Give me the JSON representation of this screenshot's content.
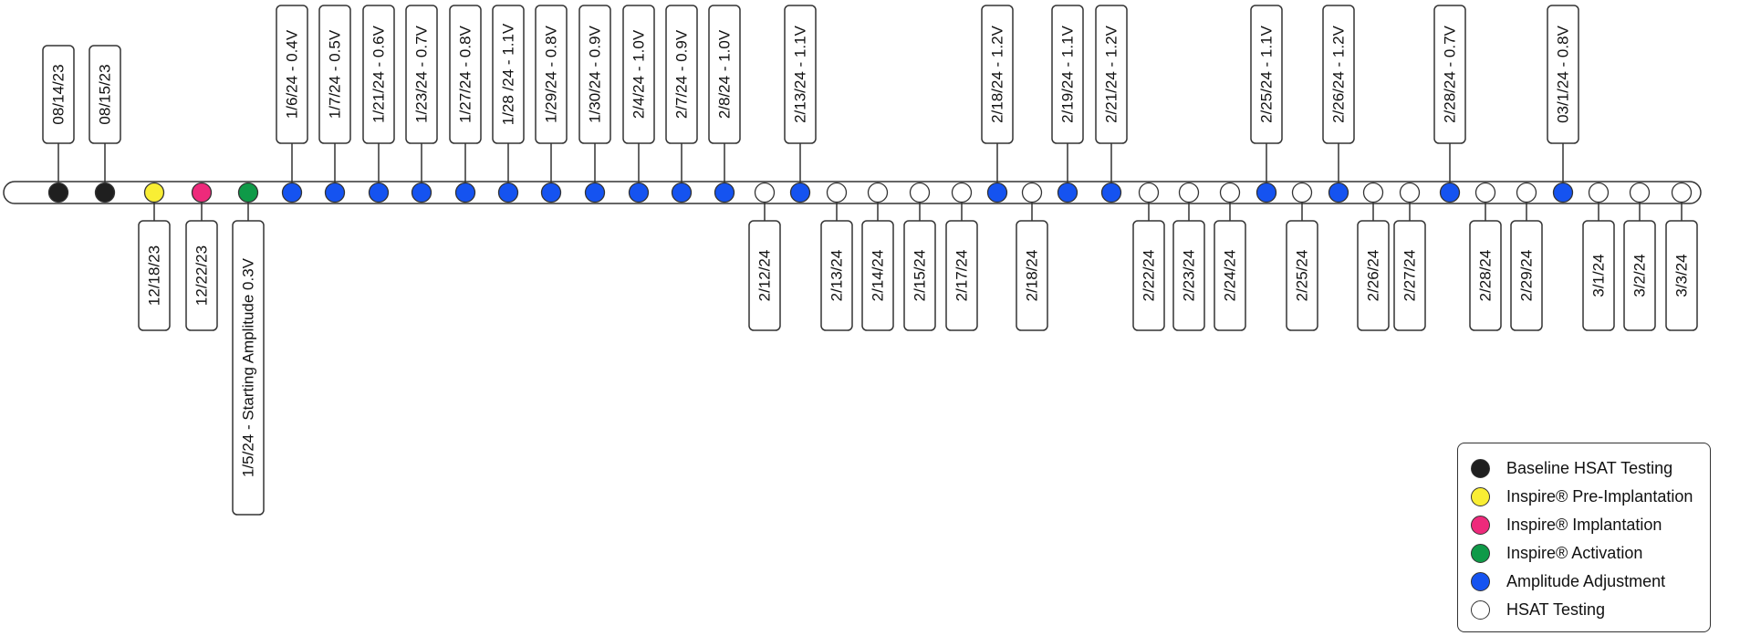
{
  "colors": {
    "baseline": "#1f1f1f",
    "pre_implantation": "#f9ee34",
    "implantation": "#ee2a7b",
    "activation": "#0f9a48",
    "amplitude": "#1553f0",
    "hsat": "#ffffff"
  },
  "events": [
    {
      "date": "08/14/23",
      "type": "baseline",
      "side": "above"
    },
    {
      "date": "08/15/23",
      "type": "baseline",
      "side": "above"
    },
    {
      "date": "12/18/23",
      "type": "pre_implantation",
      "side": "below"
    },
    {
      "date": "12/22/23",
      "type": "implantation",
      "side": "below"
    },
    {
      "date": "1/5/24 - Starting Amplitude 0.3V",
      "type": "activation",
      "side": "below"
    },
    {
      "date": "1/6/24 - 0.4V",
      "type": "amplitude",
      "side": "above"
    },
    {
      "date": "1/7/24 - 0.5V",
      "type": "amplitude",
      "side": "above"
    },
    {
      "date": "1/21/24 - 0.6V",
      "type": "amplitude",
      "side": "above"
    },
    {
      "date": "1/23/24 - 0.7V",
      "type": "amplitude",
      "side": "above"
    },
    {
      "date": "1/27/24 - 0.8V",
      "type": "amplitude",
      "side": "above"
    },
    {
      "date": "1/28 /24 - 1.1V",
      "type": "amplitude",
      "side": "above"
    },
    {
      "date": "1/29/24 - 0.8V",
      "type": "amplitude",
      "side": "above"
    },
    {
      "date": "1/30/24 - 0.9V",
      "type": "amplitude",
      "side": "above"
    },
    {
      "date": "2/4/24 - 1.0V",
      "type": "amplitude",
      "side": "above"
    },
    {
      "date": "2/7/24 - 0.9V",
      "type": "amplitude",
      "side": "above"
    },
    {
      "date": "2/8/24 - 1.0V",
      "type": "amplitude",
      "side": "above"
    },
    {
      "date": "2/12/24",
      "type": "hsat",
      "side": "below"
    },
    {
      "date": "2/13/24 - 1.1V",
      "type": "amplitude",
      "side": "above"
    },
    {
      "date": "2/13/24",
      "type": "hsat",
      "side": "below"
    },
    {
      "date": "2/14/24",
      "type": "hsat",
      "side": "below"
    },
    {
      "date": "2/15/24",
      "type": "hsat",
      "side": "below"
    },
    {
      "date": "2/17/24",
      "type": "hsat",
      "side": "below"
    },
    {
      "date": "2/18/24 - 1.2V",
      "type": "amplitude",
      "side": "above"
    },
    {
      "date": "2/18/24",
      "type": "hsat",
      "side": "below"
    },
    {
      "date": "2/19/24 - 1.1V",
      "type": "amplitude",
      "side": "above"
    },
    {
      "date": "2/21/24 - 1.2V",
      "type": "amplitude",
      "side": "above"
    },
    {
      "date": "2/22/24",
      "type": "hsat",
      "side": "below"
    },
    {
      "date": "2/23/24",
      "type": "hsat",
      "side": "below"
    },
    {
      "date": "2/24/24",
      "type": "hsat",
      "side": "below"
    },
    {
      "date": "2/25/24 - 1.1V",
      "type": "amplitude",
      "side": "above"
    },
    {
      "date": "2/25/24",
      "type": "hsat",
      "side": "below"
    },
    {
      "date": "2/26/24 - 1.2V",
      "type": "amplitude",
      "side": "above"
    },
    {
      "date": "2/26/24",
      "type": "hsat",
      "side": "below"
    },
    {
      "date": "2/27/24",
      "type": "hsat",
      "side": "below"
    },
    {
      "date": "2/28/24 - 0.7V",
      "type": "amplitude",
      "side": "above"
    },
    {
      "date": "2/28/24",
      "type": "hsat",
      "side": "below"
    },
    {
      "date": "2/29/24",
      "type": "hsat",
      "side": "below"
    },
    {
      "date": "03/1/24 - 0.8V",
      "type": "amplitude",
      "side": "above"
    },
    {
      "date": "3/1/24",
      "type": "hsat",
      "side": "below"
    },
    {
      "date": "3/2/24",
      "type": "hsat",
      "side": "below"
    },
    {
      "date": "3/3/24",
      "type": "hsat",
      "side": "below"
    }
  ],
  "legend": [
    {
      "key": "baseline",
      "label": "Baseline HSAT Testing"
    },
    {
      "key": "pre_implantation",
      "label": "Inspire® Pre-Implantation"
    },
    {
      "key": "implantation",
      "label": "Inspire® Implantation"
    },
    {
      "key": "activation",
      "label": "Inspire® Activation"
    },
    {
      "key": "amplitude",
      "label": "Amplitude Adjustment"
    },
    {
      "key": "hsat",
      "label": "HSAT Testing"
    }
  ]
}
